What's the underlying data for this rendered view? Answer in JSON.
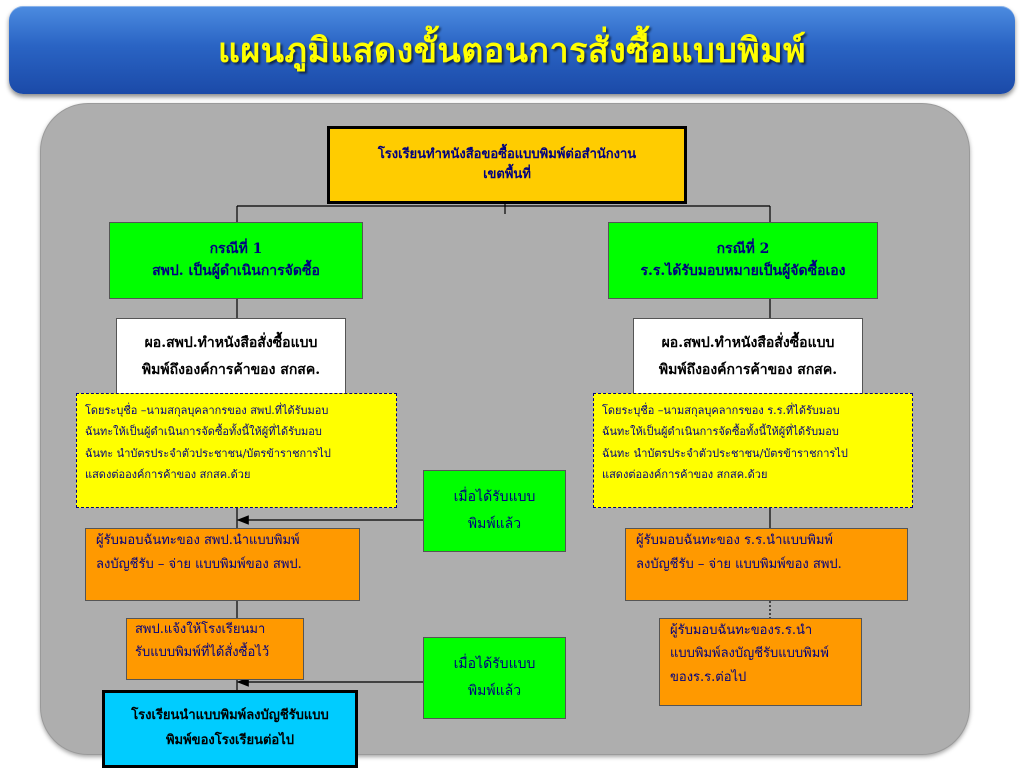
{
  "title": "แผนภูมิแสดงขั้นตอนการสั่งซื้อแบบพิมพ์",
  "colors": {
    "title_bar": "#2a64c4",
    "title_text": "#ffff00",
    "panel": "#aeaeae",
    "top_box": "#ffcc00",
    "case_box": "#00ff00",
    "note_box": "#ffff00",
    "action_box": "#ff9900",
    "final_box": "#00ccff",
    "text": "#000080"
  },
  "top_box": {
    "line1": "โรงเรียนทำหนังสือขอซื้อแบบพิมพ์ต่อสำนักงาน",
    "line2": "เขตพื้นที่"
  },
  "case1": {
    "title": "กรณีที่ 1",
    "subtitle": "สพป. เป็นผู้ดำเนินการจัดซื้อ",
    "order": {
      "line1": "ผอ.สพป.ทำหนังสือสั่งซื้อแบบ",
      "line2": "พิมพ์ถึงองค์การค้าของ สกสค."
    },
    "note": {
      "line1": "โดยระบุชื่อ –นามสกุลบุคลากรของ สพป.ที่ได้รับมอบ",
      "line2": "ฉันทะให้เป็นผู้ดำเนินการจัดซื้อทั้งนี้ให้ผู้ที่ได้รับมอบ",
      "line3": "ฉันทะ นำบัตรประจำตัวประชาชน/บัตรข้าราชการไป",
      "line4": "แสดงต่อองค์การค้าของ สกสค.ด้วย"
    },
    "record": {
      "line1": "ผู้รับมอบฉันทะของ สพป.นำแบบพิมพ์",
      "line2": "ลงบัญชีรับ – จ่าย แบบพิมพ์ของ สพป."
    },
    "notify": {
      "line1": "สพป.แจ้งให้โรงเรียนมา",
      "line2": "รับแบบพิมพ์ที่ได้สั่งซื้อไว้"
    },
    "school": {
      "line1": "โรงเรียนนำแบบพิมพ์ลงบัญชีรับแบบ",
      "line2": "พิมพ์ของโรงเรียนต่อไป"
    }
  },
  "received_1": {
    "line1": "เมื่อได้รับแบบ",
    "line2": "พิมพ์แล้ว"
  },
  "received_2": {
    "line1": "เมื่อได้รับแบบ",
    "line2": "พิมพ์แล้ว"
  },
  "case2": {
    "title": "กรณีที่ 2",
    "subtitle": "ร.ร.ได้รับมอบหมายเป็นผู้จัดซื้อเอง",
    "order": {
      "line1": "ผอ.สพป.ทำหนังสือสั่งซื้อแบบ",
      "line2": "พิมพ์ถึงองค์การค้าของ สกสค."
    },
    "note": {
      "line1": "โดยระบุชื่อ –นามสกุลบุคลากรของ ร.ร.ที่ได้รับมอบ",
      "line2": "ฉันทะให้เป็นผู้ดำเนินการจัดซื้อทั้งนี้ให้ผู้ที่ได้รับมอบ",
      "line3": "ฉันทะ นำบัตรประจำตัวประชาชน/บัตรข้าราชการไป",
      "line4": "แสดงต่อองค์การค้าของ สกสค.ด้วย"
    },
    "record": {
      "line1": "ผู้รับมอบฉันทะของ ร.ร.นำแบบพิมพ์",
      "line2": "ลงบัญชีรับ – จ่าย แบบพิมพ์ของ สพป."
    },
    "school": {
      "line1": "ผู้รับมอบฉันทะของร.ร.นำ",
      "line2": "แบบพิมพ์ลงบัญชีรับแบบพิมพ์",
      "line3": "ของร.ร.ต่อไป"
    }
  }
}
